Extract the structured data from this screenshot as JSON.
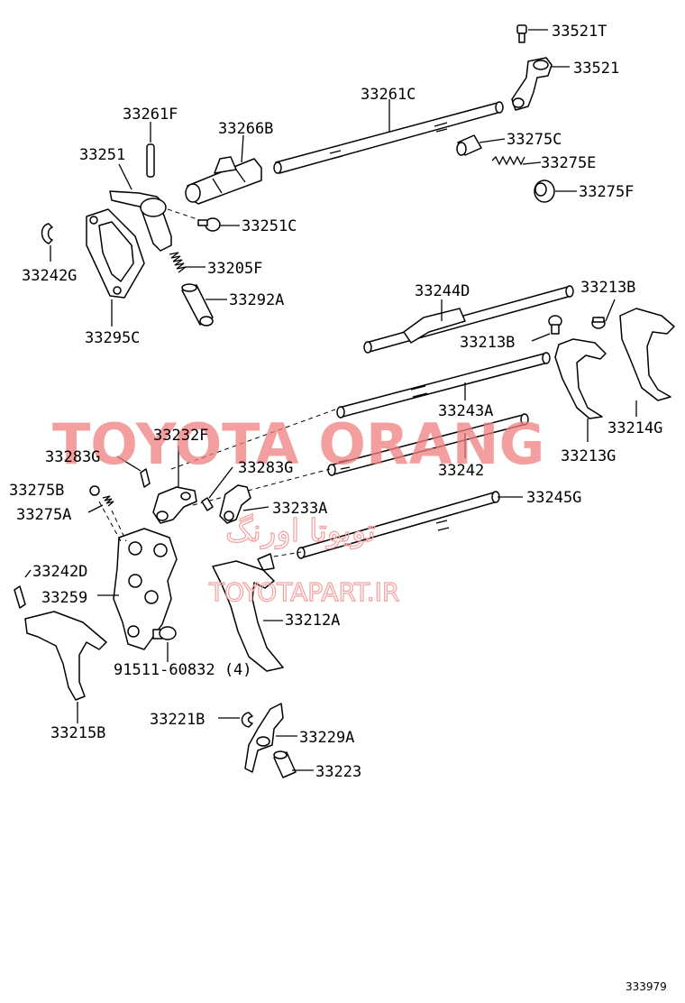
{
  "labels": {
    "p33521T": "33521T",
    "p33521": "33521",
    "p33261C": "33261C",
    "p33261F": "33261F",
    "p33266B": "33266B",
    "p33275C": "33275C",
    "p33275E": "33275E",
    "p33275F": "33275F",
    "p33251": "33251",
    "p33251C": "33251C",
    "p33242G": "33242G",
    "p33205F": "33205F",
    "p33292A": "33292A",
    "p33295C": "33295C",
    "p33244D": "33244D",
    "p33213B_top": "33213B",
    "p33213B": "33213B",
    "p33243A": "33243A",
    "p33214G": "33214G",
    "p33232F": "33232F",
    "p33283G_left": "33283G",
    "p33213G": "33213G",
    "p33283G": "33283G",
    "p33242": "33242",
    "p33275B": "33275B",
    "p33245G": "33245G",
    "p33233A": "33233A",
    "p33275A": "33275A",
    "p33242D": "33242D",
    "p33259": "33259",
    "p33212A": "33212A",
    "p91511": "91511-60832 (4)",
    "p33215B": "33215B",
    "p33221B": "33221B",
    "p33229A": "33229A",
    "p33223": "33223"
  },
  "watermark": {
    "brand": "TOYOTA ORANG",
    "arabic": "تویوتا اورنگ",
    "url": "TOYOTAPART.IR"
  },
  "diagram_code": "333979",
  "colors": {
    "watermark": "#f08080",
    "ink": "#000000"
  }
}
